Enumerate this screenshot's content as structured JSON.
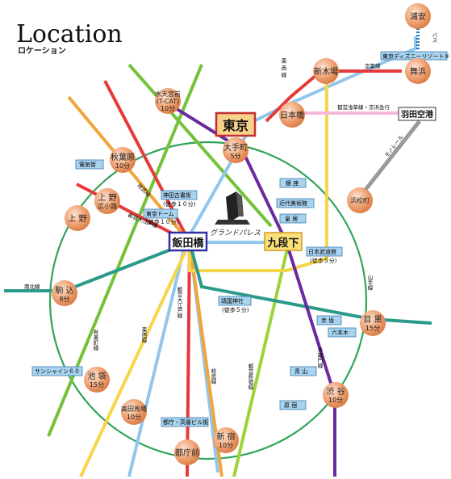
{
  "title": "Location",
  "subtitle": "ロケーション",
  "hotel": {
    "name": "グランドパレス"
  },
  "main_stations": {
    "tokyo": "東京",
    "iidabashi": "飯田橋",
    "kudanshita": "九段下",
    "haneda": "羽田空港"
  },
  "stations": {
    "urayasu": "浦安",
    "maihama": "舞浜",
    "shinkiba": "新木場",
    "nihonbashi": "日本橋",
    "tcat_line1": "水天宮前",
    "tcat_line2": "(T-CAT)",
    "tcat_time": "10分",
    "otemachi": "大手町",
    "otemachi_time": "5分",
    "akihabara": "秋葉原",
    "akihabara_time": "10分",
    "ueno_hirokoji_1": "上 野",
    "ueno_hirokoji_2": "広小路",
    "ueno": "上 野",
    "komagome": "駒 込",
    "komagome_time": "8分",
    "ikebukuro": "池 袋",
    "ikebukuro_time": "15分",
    "takadanobaba": "高田馬場",
    "takadanobaba_time": "10分",
    "tochomae": "都庁前",
    "shinjuku": "新 宿",
    "shinjuku_time": "10分",
    "shibuya": "渋 谷",
    "shibuya_time": "10分",
    "meguro": "目 黒",
    "meguro_time": "15分",
    "hamamatsucho": "浜松町"
  },
  "landmarks": {
    "tokyo_disney": "東京ディズニーリゾート®",
    "denkigai": "電気街",
    "kanda_myojin": "神田古書街",
    "kanda_walk": "(徒歩１０分)",
    "tokyo_dome": "東京ドーム",
    "tokyo_dome_walk": "(徒歩１０分)",
    "ginza": "銀 座",
    "kindai": "近代美術館",
    "kokyo": "皇 居",
    "budokan": "日本武道館",
    "budokan_walk": "(徒歩５分)",
    "yasukuni": "靖国神社",
    "yasukuni_walk": "(徒歩５分)",
    "akasaka": "赤 坂",
    "roppongi": "六本木",
    "aoyama": "青 山",
    "harajuku": "原 宿",
    "sunshine": "サンシャイン６０",
    "tocho_building": "都庁・高層ビル街"
  },
  "line_labels": {
    "tozai": "東 西 線",
    "bus": "バス",
    "keiyo": "京葉線",
    "asakusa_keikyu": "都営浅草線・京浜急行",
    "monorail": "モノレール",
    "sobu": "総武線",
    "oedo_upper": "都営大江戸線",
    "yamanote": "山手線",
    "namboku": "南北線",
    "oedo_lower": "都営大江戸線",
    "tozai_lower": "東西線",
    "yurakucho": "有楽町線",
    "sobu_lower": "総武線",
    "shinjuku_line": "都営新宿線",
    "hanzomon": "半蔵門線"
  },
  "colors": {
    "yamanote": "#2fa35a",
    "tozai": "#92c6ec",
    "keiyo": "#e63a3a",
    "sobu": "#f7d54a",
    "oedo": "#e63a3a",
    "namboku": "#2a9a8a",
    "yurakucho": "#f0b838",
    "shinjuku_line": "#9ad43a",
    "hanzomon": "#6a2aa0",
    "chiyoda": "#73c23a",
    "marunouchi": "#e63a3a",
    "asakusa": "#f7b7d8",
    "monorail": "#9a9a9a",
    "orange": "#f2a53a",
    "station_fill": "#f2a87c",
    "station_highlight": "#fbdcc6",
    "label_box": "#a9d4ef",
    "label_box_border": "#3a7ab0",
    "tokyo_box": "#f7d08a",
    "tokyo_border": "#c03030",
    "iidabashi_border": "#3030a0",
    "kudanshita_box": "#fbe07a"
  }
}
